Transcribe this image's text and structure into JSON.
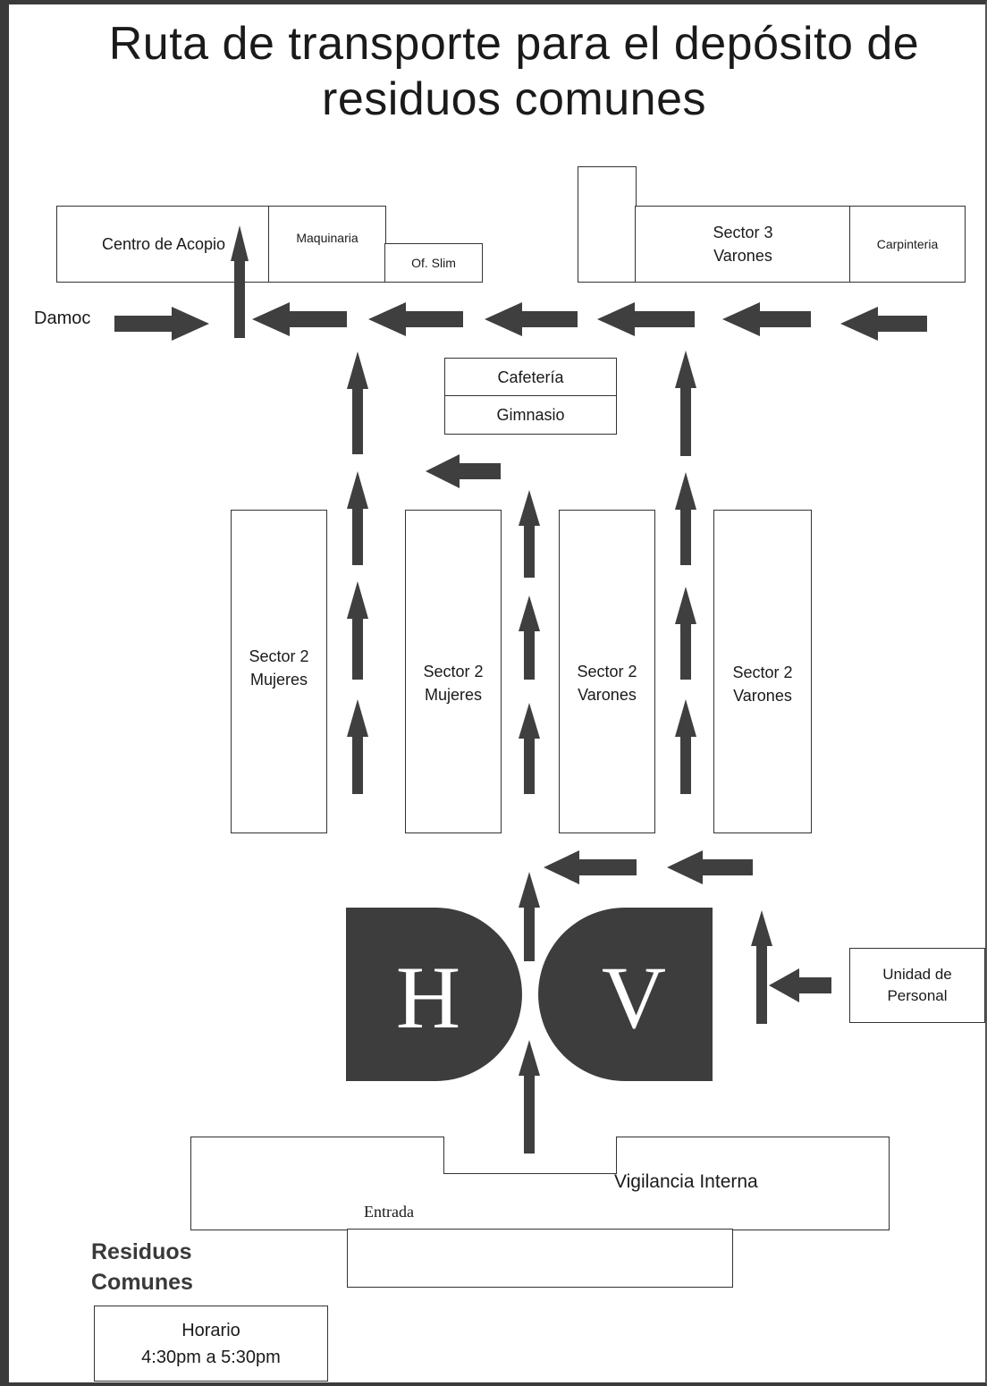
{
  "title": "Ruta de transporte para el depósito de residuos comunes",
  "buildings": {
    "centro_acopio": "Centro de Acopio",
    "maquinaria": "Maquinaria",
    "of_slim": "Of. Slim",
    "sector3": "Sector 3\nVarones",
    "carpinteria": "Carpinteria",
    "cafeteria": "Cafetería",
    "gimnasio": "Gimnasio",
    "s2_mujeres_a": "Sector 2\nMujeres",
    "s2_mujeres_b": "Sector 2\nMujeres",
    "s2_varones_a": "Sector 2\nVarones",
    "s2_varones_b": "Sector 2\nVarones",
    "unidad_personal": "Unidad de\nPersonal",
    "vigilancia": "Vigilancia Interna",
    "entrada": "Entrada"
  },
  "damoc": "Damoc",
  "hospital_letters": {
    "h": "H",
    "v": "V"
  },
  "legend": {
    "residuos": "Residuos\nComunes",
    "horario_title": "Horario",
    "horario_time": "4:30pm a 5:30pm"
  },
  "colors": {
    "arrow": "#3f3f3f",
    "building_dark": "#3d3d3d"
  }
}
